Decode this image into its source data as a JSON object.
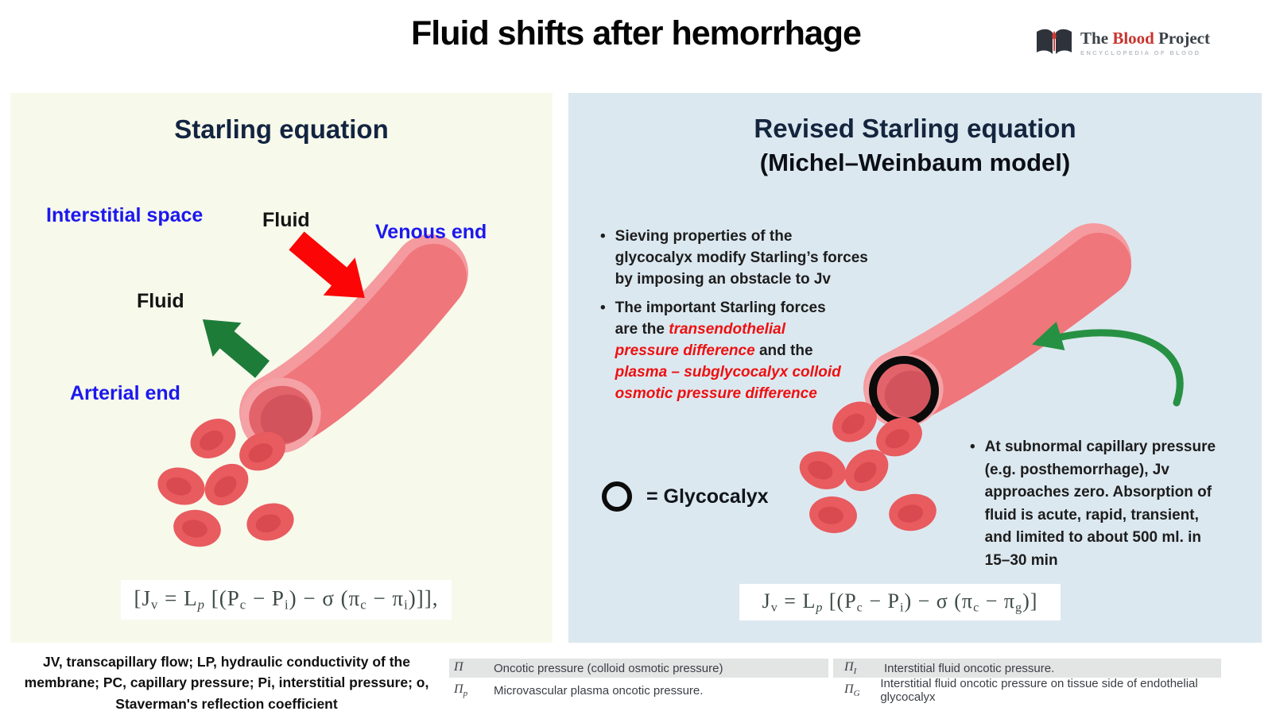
{
  "page": {
    "title": "Fluid shifts after hemorrhage"
  },
  "logo": {
    "word_the": "The ",
    "word_blood": "Blood",
    "word_project": " Project",
    "tagline": "ENCYCLOPEDIA OF BLOOD",
    "icon": "open-book-with-blood-drop-icon"
  },
  "left_panel": {
    "title": "Starling equation",
    "labels": {
      "interstitial": "Interstitial space",
      "fluid_top": "Fluid",
      "venous": "Venous end",
      "fluid_left": "Fluid",
      "arterial": "Arterial end"
    },
    "equation": {
      "parts": [
        {
          "t": "[J",
          "s": "v"
        },
        {
          "t": " = L",
          "s": "p"
        },
        {
          "t": " [(P",
          "s": "c"
        },
        {
          "t": " − P",
          "s": "i"
        },
        {
          "t": ") − σ (π",
          "s": "c"
        },
        {
          "t": " − π",
          "s": "i"
        },
        {
          "t": ")]],",
          "s": ""
        }
      ]
    }
  },
  "right_panel": {
    "title_line1": "Revised Starling equation",
    "title_line2": "(Michel–Weinbaum model)",
    "bullet_marker": "•",
    "bullet1": "Sieving properties of the\nglycocalyx modify Starling’s forces\nby imposing an obstacle to Jv",
    "bullet2": {
      "seg1": "The important Starling forces\nare the ",
      "seg2": "transendothelial\npressure difference",
      "seg3": " and the\n",
      "seg4": "plasma – subglycocalyx colloid\nosmotic pressure difference"
    },
    "bullet3": "At subnormal capillary pressure\n(e.g. posthemorrhage), Jv\napproaches zero. Absorption of\nfluid is acute, rapid, transient,\nand limited to about 500 ml. in\n15–30 min",
    "legend": {
      "label": "= Glycocalyx",
      "icon": "glycocalyx-circle-icon"
    },
    "equation": {
      "parts": [
        {
          "t": "J",
          "s": "v"
        },
        {
          "t": " = L",
          "s": "p"
        },
        {
          "t": " [(P",
          "s": "c"
        },
        {
          "t": " − P",
          "s": "i"
        },
        {
          "t": ") − σ (π",
          "s": "c"
        },
        {
          "t": " − π",
          "s": "g"
        },
        {
          "t": ")]",
          "s": ""
        }
      ]
    }
  },
  "footnote": "JV, transcapillary flow;  LP, hydraulic conductivity of the\nmembrane; PC, capillary pressure; Pi, interstitial pressure; o,\nStaverman's reflection coefficient",
  "tables": {
    "middle": {
      "rows": [
        {
          "sym": "Π",
          "sub": "",
          "desc": "Oncotic pressure (colloid osmotic pressure)"
        },
        {
          "sym": "Π",
          "sub": "p",
          "desc": "Microvascular plasma oncotic pressure."
        }
      ]
    },
    "right": {
      "rows": [
        {
          "sym": "Π",
          "sub": "I",
          "desc": "Interstitial fluid oncotic pressure."
        },
        {
          "sym": "Π",
          "sub": "G",
          "desc": "Interstitial fluid oncotic pressure on tissue side of endothelial glycocalyx"
        }
      ]
    }
  },
  "icons": {
    "red_arrow": "red-arrow-down-right-icon",
    "green_arrow": "green-arrow-up-left-icon",
    "green_curved_arrow": "green-curved-arrow-icon",
    "vessel": "blood-vessel-illustration",
    "rbc": "red-blood-cell-icon"
  },
  "colors": {
    "left_panel_bg": "#f7f9eb",
    "right_panel_bg": "#dce8f0",
    "navy_heading": "#14253e",
    "blue_label": "#1b18ee",
    "red_accent": "#ee1010",
    "red_arrow": "#fb0507",
    "green_arrow": "#1e7c39",
    "vessel_pink": "#ef767b",
    "vessel_rim": "#f4a2a6",
    "rbc_red": "#e85b5f",
    "table_row_gray": "#e3e4e4",
    "logo_red": "#c9342f"
  }
}
